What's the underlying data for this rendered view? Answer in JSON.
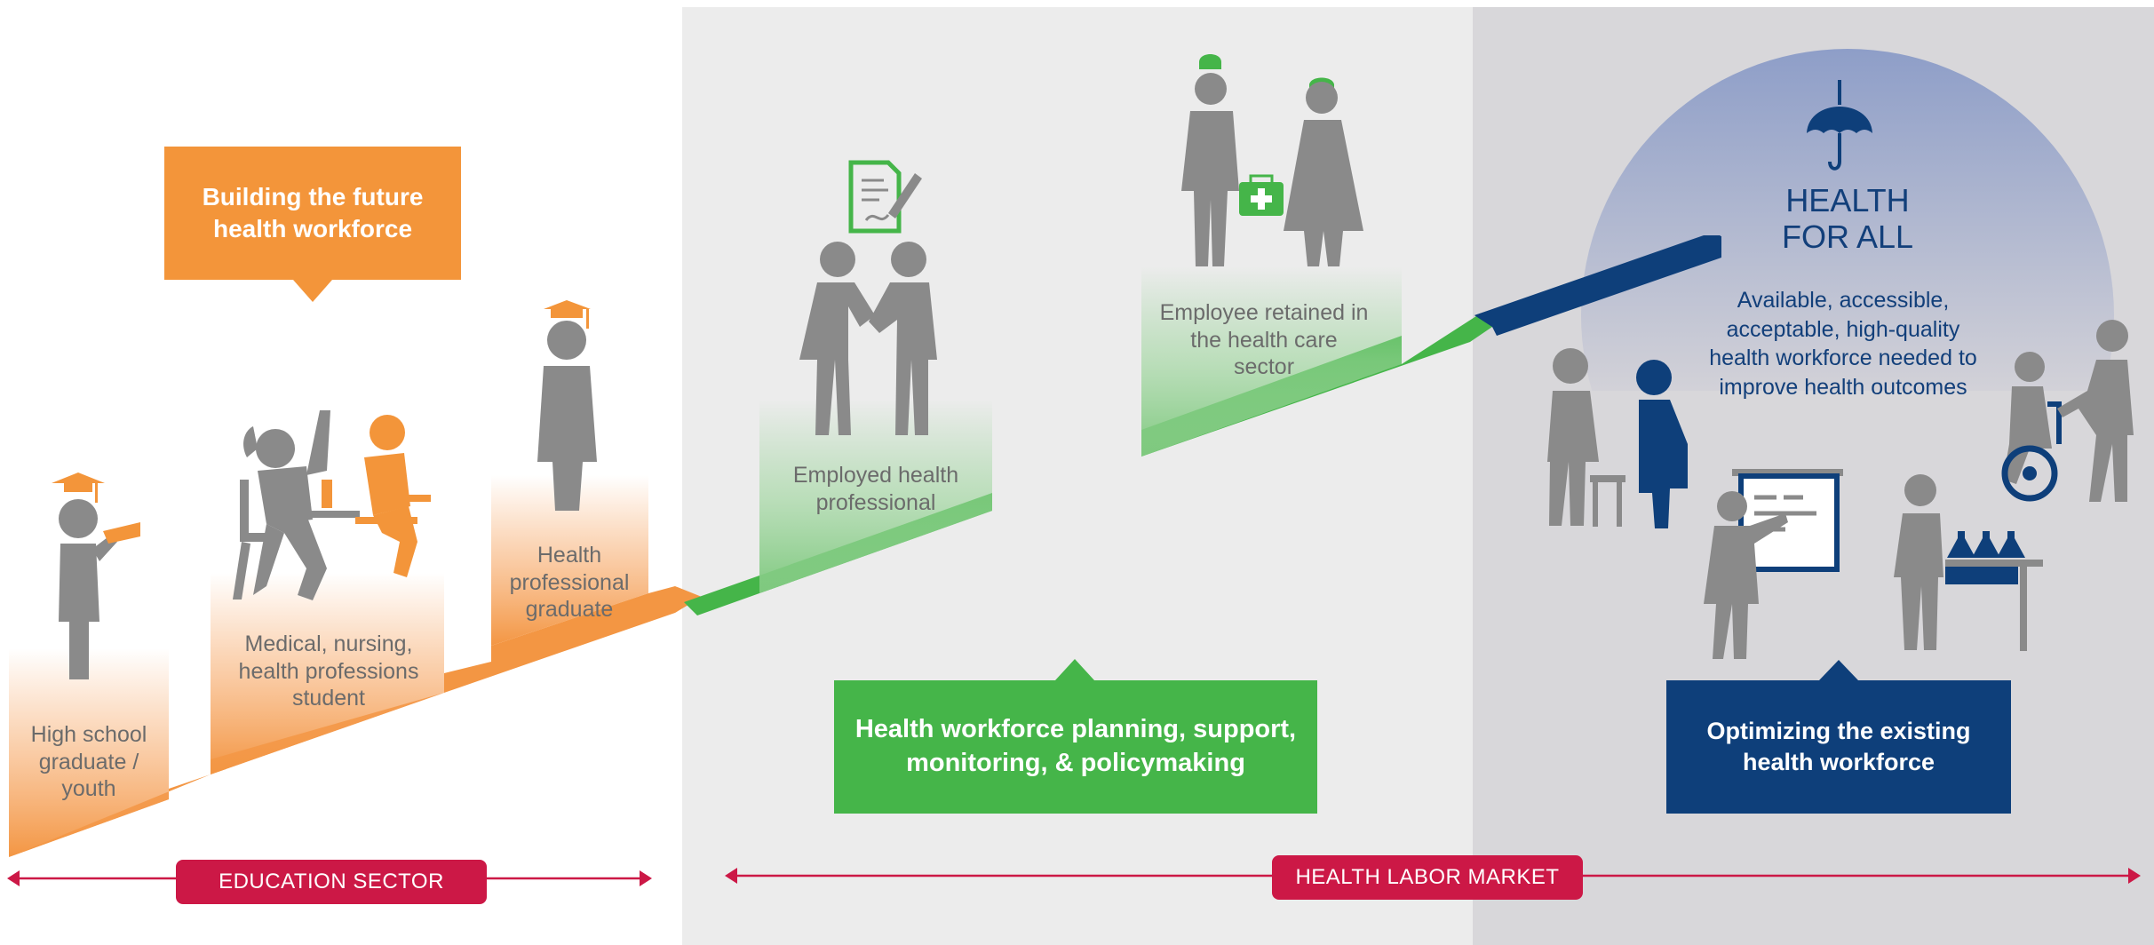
{
  "callouts": {
    "building_future": "Building the future health workforce",
    "planning": "Health workforce planning, support, monitoring, & policymaking",
    "optimizing": "Optimizing the existing health workforce"
  },
  "steps": {
    "high_school": "High school graduate / youth",
    "student": "Medical, nursing, health professions student",
    "graduate": "Health professional graduate",
    "employed": "Employed health professional",
    "retained": "Employee retained in the health care sector"
  },
  "health_for_all": {
    "title_line1": "HEALTH",
    "title_line2": "FOR ALL",
    "description": "Available, accessible, acceptable, high-quality health workforce needed to improve health outcomes"
  },
  "sectors": {
    "education": "EDUCATION SECTOR",
    "labor_market": "HEALTH LABOR MARKET"
  },
  "icons": [
    "graduate-youth-icon",
    "students-icon",
    "graduate-icon",
    "contract-icon",
    "handshake-icon",
    "health-workers-icon",
    "umbrella-icon",
    "wheelchair-icon",
    "lab-icon"
  ],
  "colors": {
    "education_orange": "#f3953a",
    "labor_green": "#45b549",
    "optimize_navy": "#0e3f7a",
    "sector_red": "#cc1846",
    "figure_gray": "#8a8a8a"
  }
}
